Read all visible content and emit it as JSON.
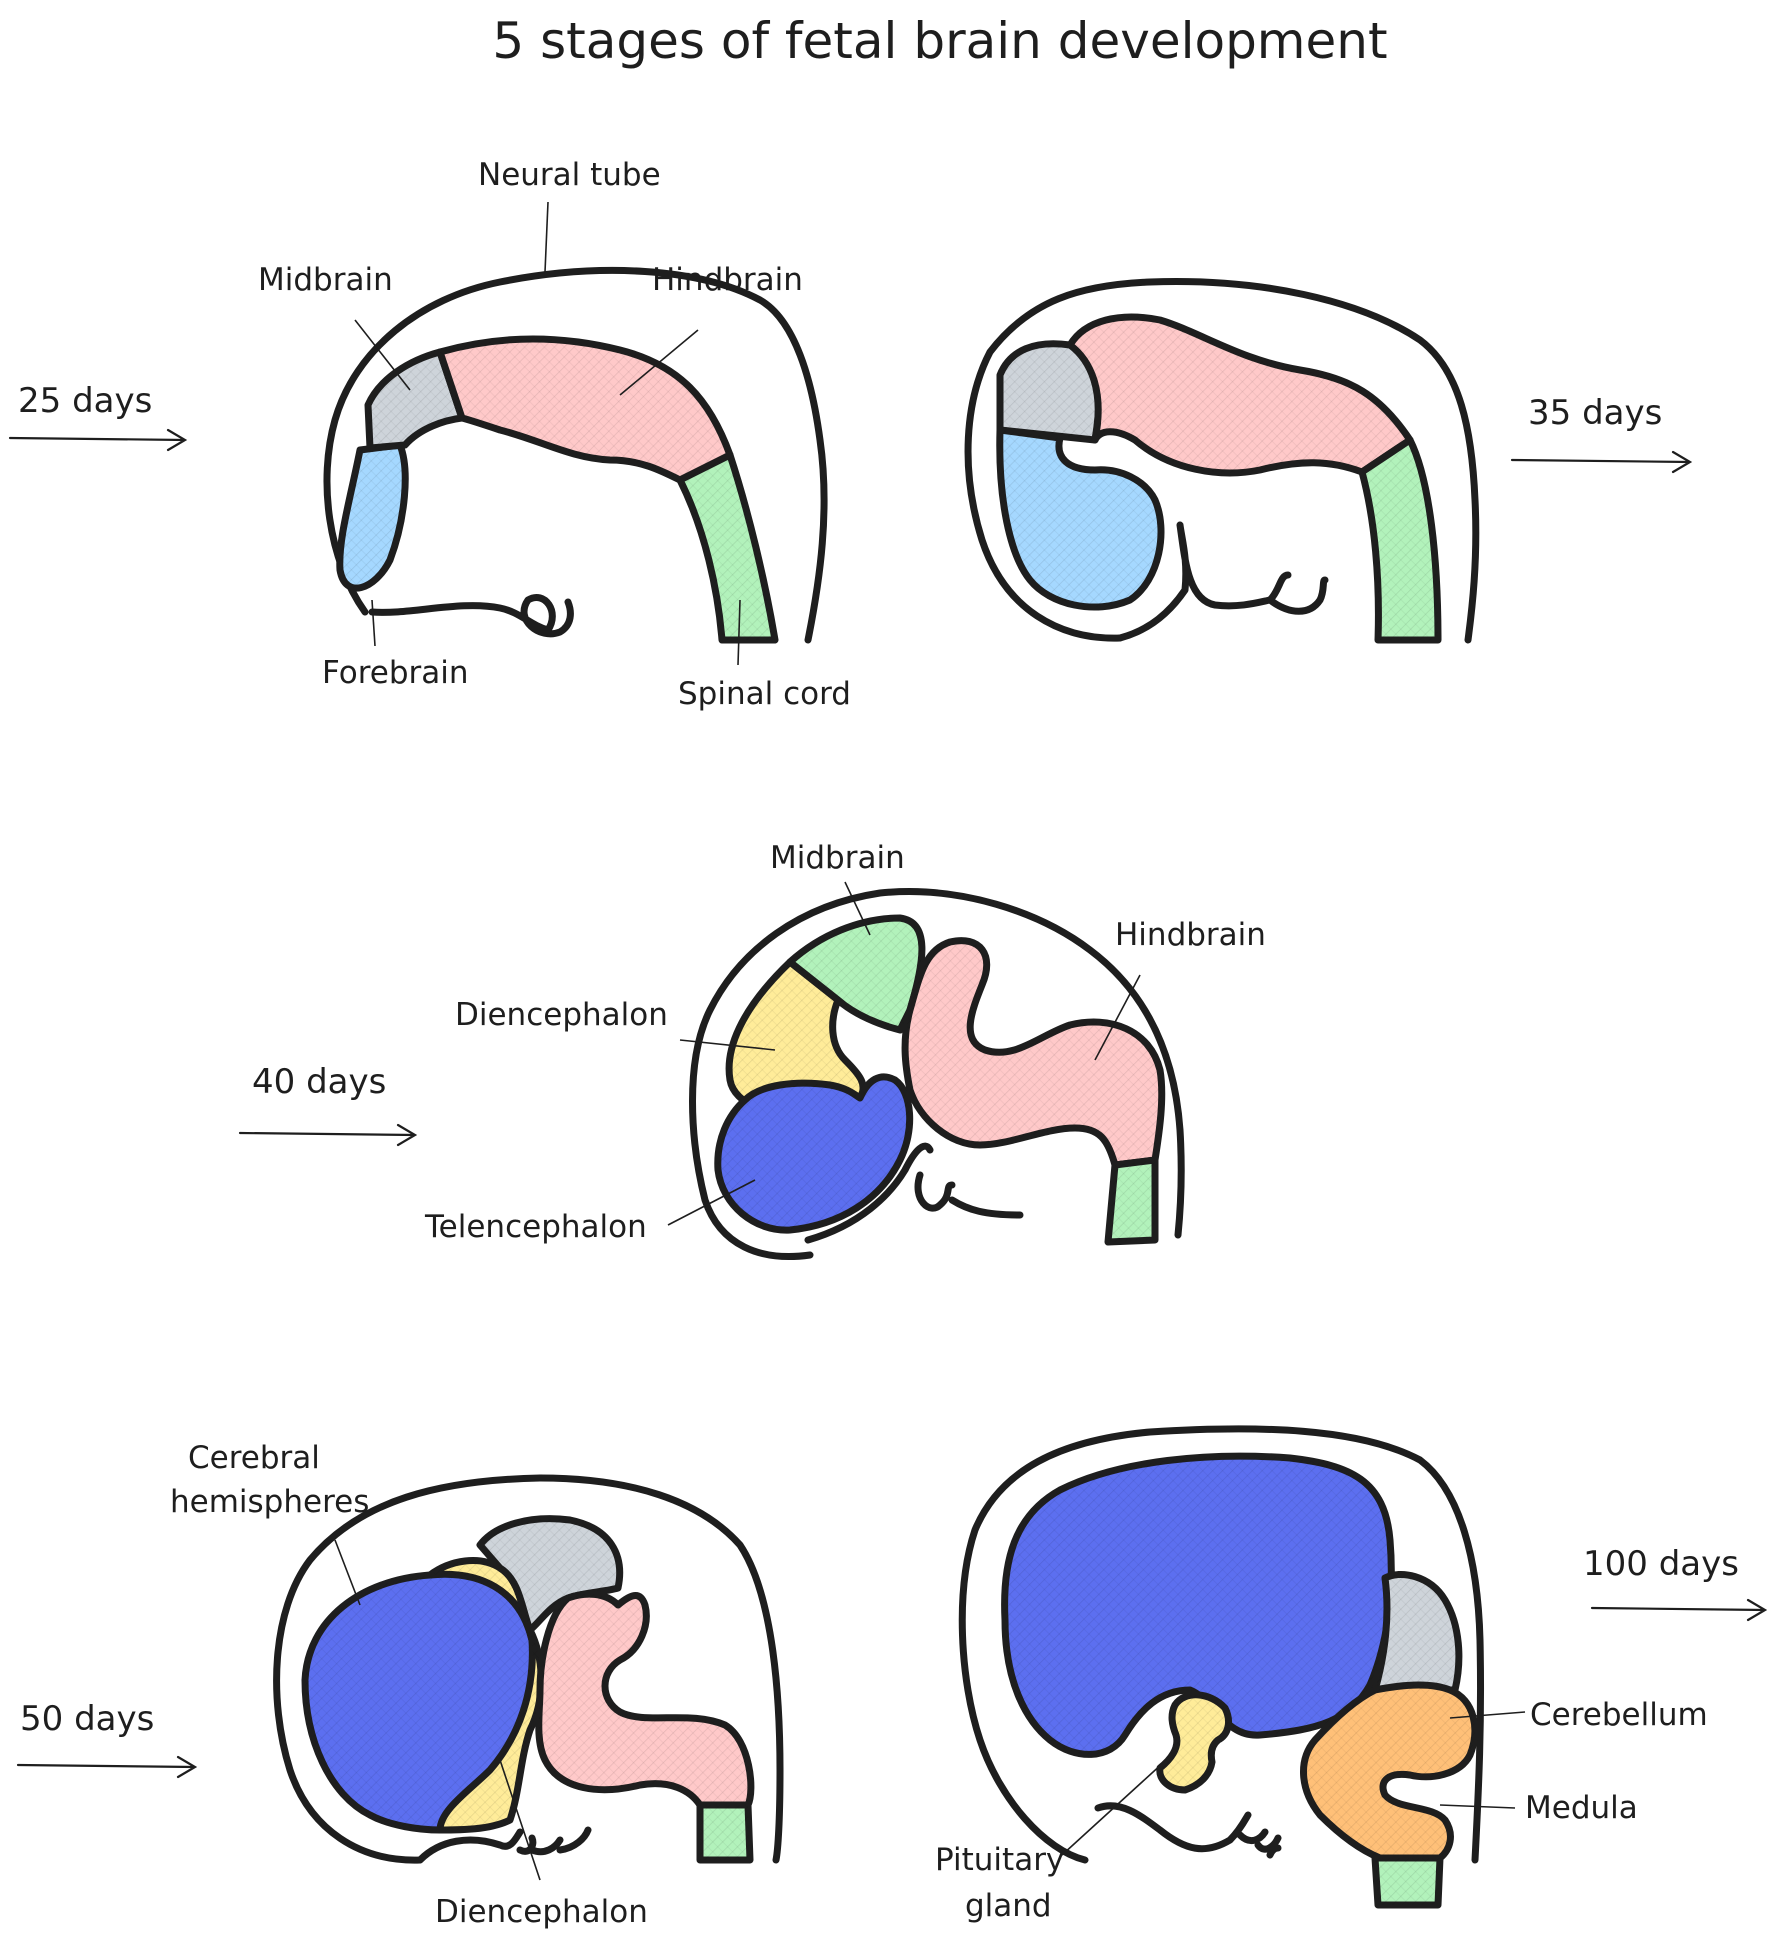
{
  "title": "5 stages of fetal brain development",
  "colors": {
    "forebrain": "#a5d8ff",
    "midbrain_gray": "#ced4da",
    "hindbrain": "#ffc9c9",
    "spinal_cord": "#b2f2bb",
    "diencephalon": "#ffec99",
    "telencephalon": "#5c6ff0",
    "orange": "#ffc078",
    "outline": "#1e1e1e"
  },
  "stages": [
    {
      "days": "25 days",
      "labels": {
        "neural_tube": "Neural tube",
        "midbrain": "Midbrain",
        "hindbrain": "Hindbrain",
        "forebrain": "Forebrain",
        "spinal_cord": "Spinal cord"
      }
    },
    {
      "days": "35 days"
    },
    {
      "days": "40 days",
      "labels": {
        "midbrain": "Midbrain",
        "hindbrain": "Hindbrain",
        "diencephalon": "Diencephalon",
        "telencephalon": "Telencephalon"
      }
    },
    {
      "days": "50 days",
      "labels": {
        "cerebral_line1": "Cerebral",
        "cerebral_line2": "hemispheres",
        "diencephalon": "Diencephalon"
      }
    },
    {
      "days": "100 days",
      "labels": {
        "cerebellum": "Cerebellum",
        "medula": "Medula",
        "pituitary_line1": "Pituitary",
        "pituitary_line2": "gland"
      }
    }
  ]
}
